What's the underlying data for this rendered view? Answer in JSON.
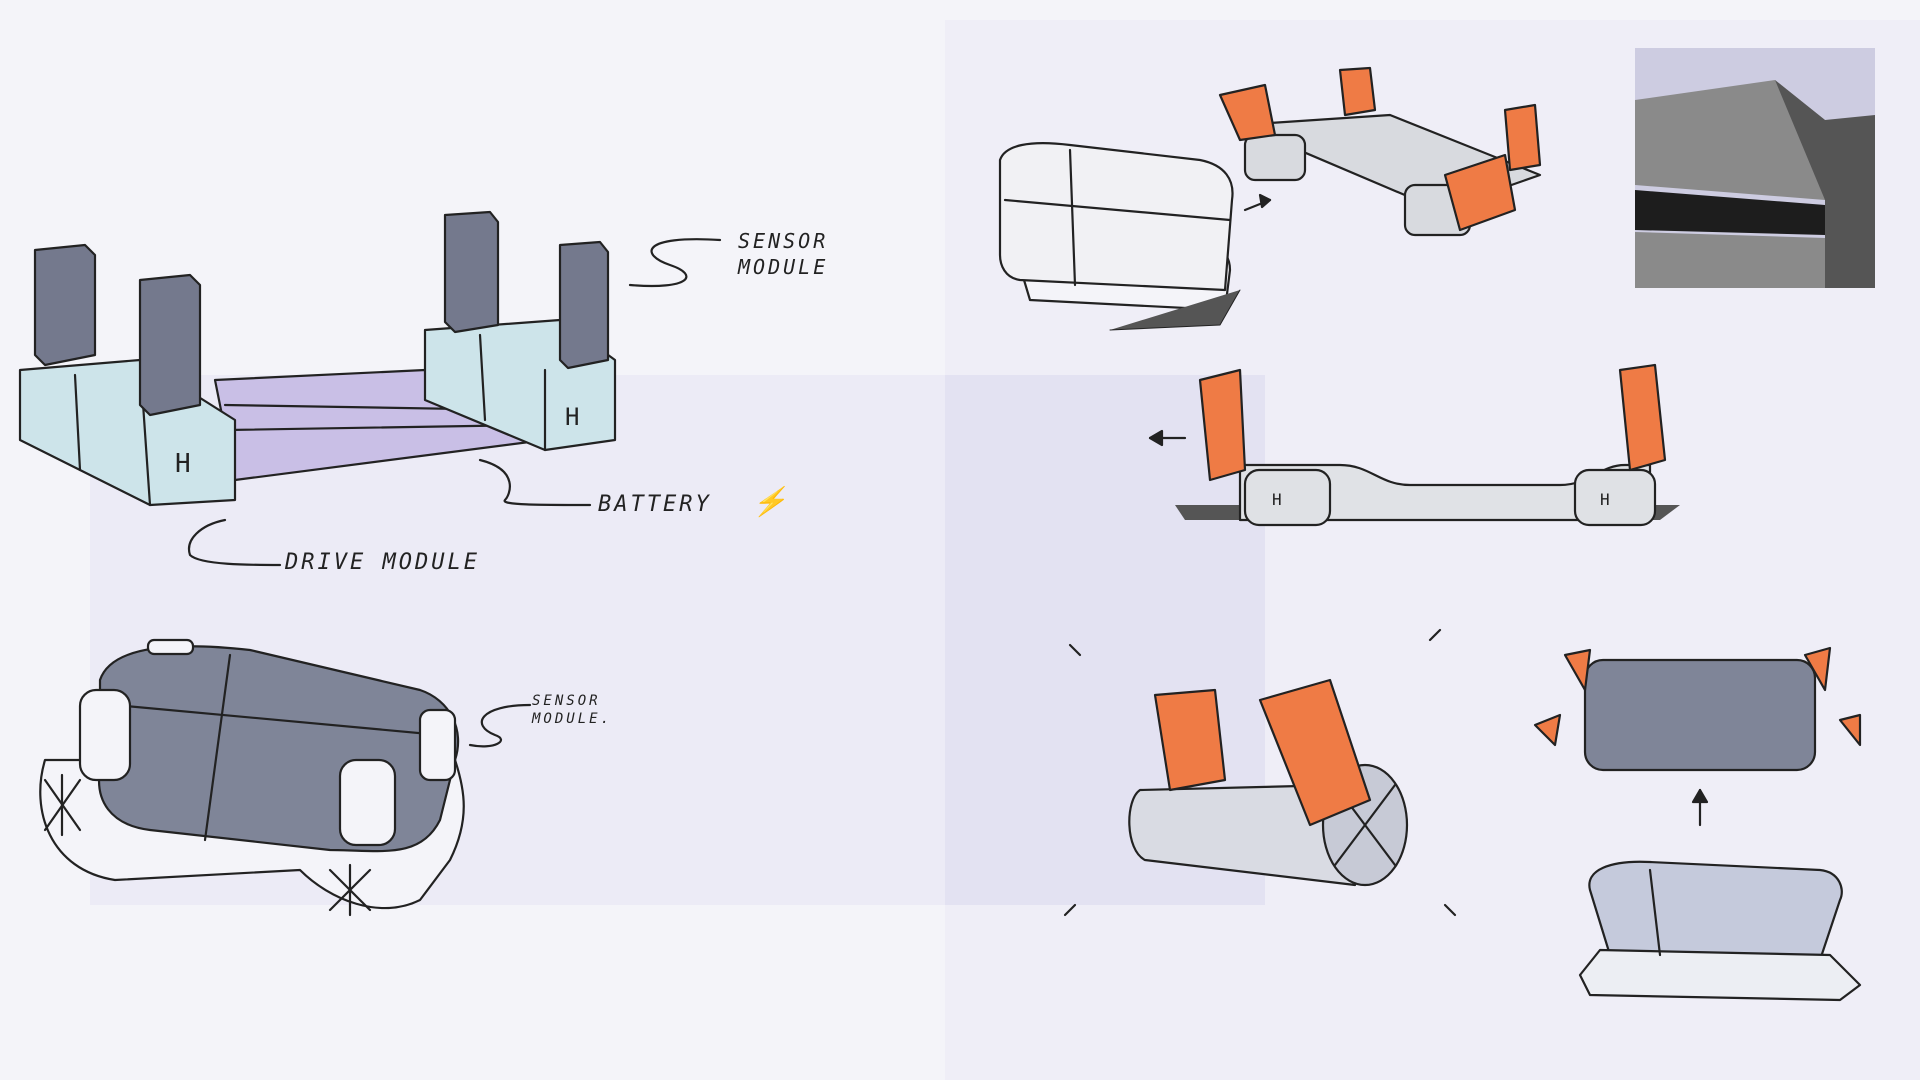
{
  "board": {
    "labels": {
      "sensor_module_top": "SENSOR MODULE",
      "battery": "BATTERY",
      "drive_module": "DRIVE MODULE",
      "sensor_module_bottom": "SENSOR MODULE."
    }
  },
  "colors": {
    "background": "#f4f4f9",
    "panel_lavender": "#e9e8f5",
    "panel_blue": "#dcdcef",
    "module_blue": "#cde4ea",
    "battery_purple": "#c9bfe6",
    "sensor_grey": "#74798d",
    "shell_grey": "#7f8598",
    "accent_orange": "#ef7b45",
    "ink": "#222222",
    "concrete": "#8a8a8a"
  }
}
